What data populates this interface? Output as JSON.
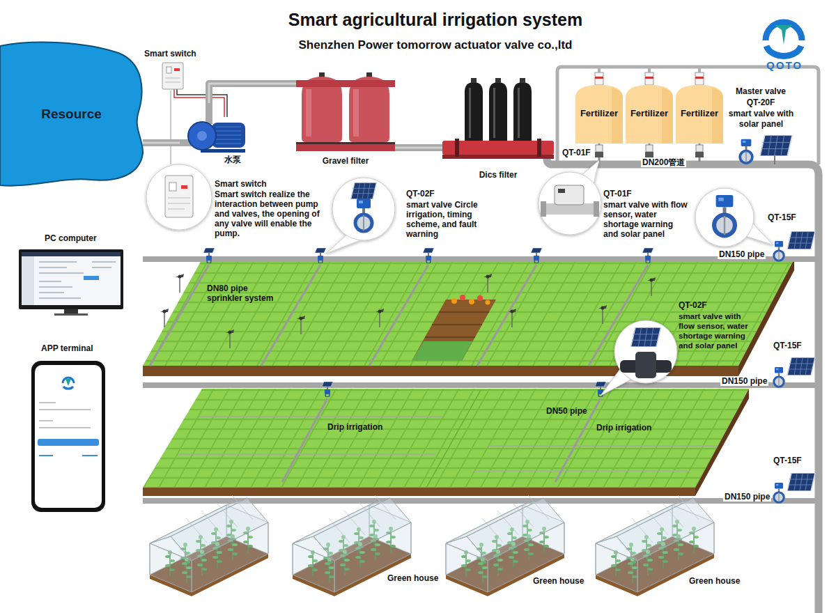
{
  "diagram": {
    "title": "Smart agricultural irrigation system",
    "nodes": [
      {
        "text": [
          "Resource"
        ]
      },
      {
        "text": [
          "水泵"
        ]
      },
      {
        "text": [
          "Gravel filter"
        ]
      },
      {
        "text": [
          "Dics filter"
        ]
      },
      {
        "text": [
          "Fertilizer"
        ]
      },
      {
        "text": [
          "Fertilizer"
        ]
      },
      {
        "text": [
          "Fertilizer"
        ]
      }
    ],
    "edges": [
      {
        "from": 0,
        "to": 1,
        "arrow": "none"
      },
      {
        "from": 1,
        "to": 2,
        "arrow": "none"
      },
      {
        "from": 2,
        "to": 3,
        "arrow": "none"
      }
    ],
    "labels": [
      "Shenzhen Power tomorrow actuator valve co.,ltd",
      "QOTO",
      "Smart switch",
      "Master valve",
      "QT-20F",
      "smart valve with solar panel",
      "QT-01F",
      "DN200管道",
      "Smart switch",
      "Smart switch realize the interaction between pump and valves, the opening of any valve will enable the pump.",
      "QT-02F",
      "smart valve Circle irrigation, timing scheme, and fault warning",
      "QT-01F",
      "smart valve with flow sensor, water shortage warning and solar panel",
      "QT-15F",
      "PC computer",
      "DN150 pipe",
      "DN80 pipe sprinkler system",
      "QT-02F",
      "smart valve with flow sensor, water shortage warning and solar panel",
      "APP terminal",
      "QT-15F",
      "DN150 pipe",
      "DN50 pipe",
      "Drip irrigation",
      "Drip irrigation",
      "QT-15F",
      "DN150 pipe",
      "Green house",
      "Green house",
      "Green house"
    ]
  }
}
